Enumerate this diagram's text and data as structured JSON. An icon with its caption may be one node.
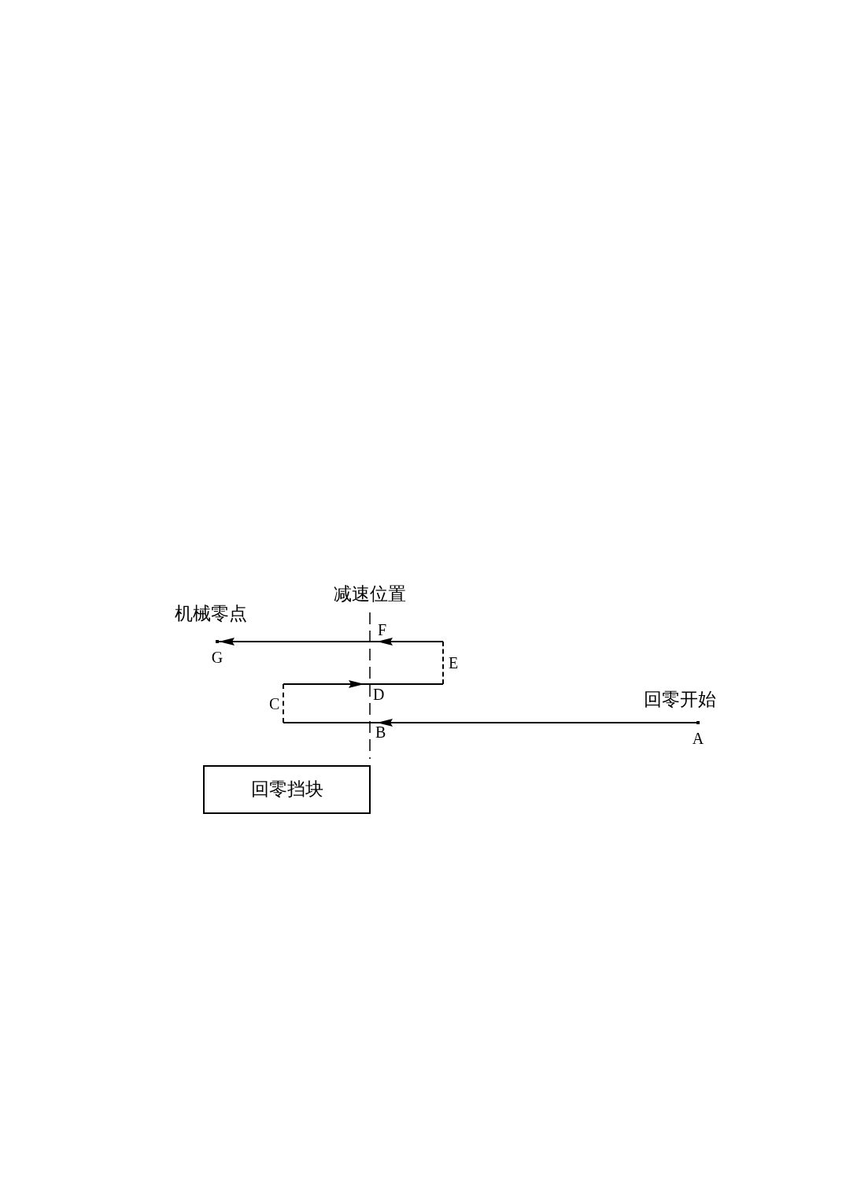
{
  "diagram": {
    "nodes": [
      {
        "text": [
          "F"
        ]
      },
      {
        "text": [
          "G"
        ]
      },
      {
        "text": [
          "E"
        ]
      },
      {
        "text": [
          "D"
        ]
      },
      {
        "text": [
          "C"
        ]
      },
      {
        "text": [
          "B"
        ]
      },
      {
        "text": [
          "A"
        ]
      },
      {
        "text": [
          "回零挡块"
        ]
      }
    ],
    "edges": [
      {
        "from": 6,
        "to": 5,
        "arrow": "to"
      },
      {
        "from": 5,
        "to": 4,
        "arrow": "none"
      },
      {
        "from": 4,
        "to": 3,
        "arrow": "to"
      },
      {
        "from": 3,
        "to": 2,
        "arrow": "none"
      },
      {
        "from": 2,
        "to": 0,
        "arrow": "to"
      },
      {
        "from": 0,
        "to": 1,
        "arrow": "to"
      }
    ],
    "labels": [
      "减速位置",
      "机械零点",
      "回零开始"
    ]
  }
}
